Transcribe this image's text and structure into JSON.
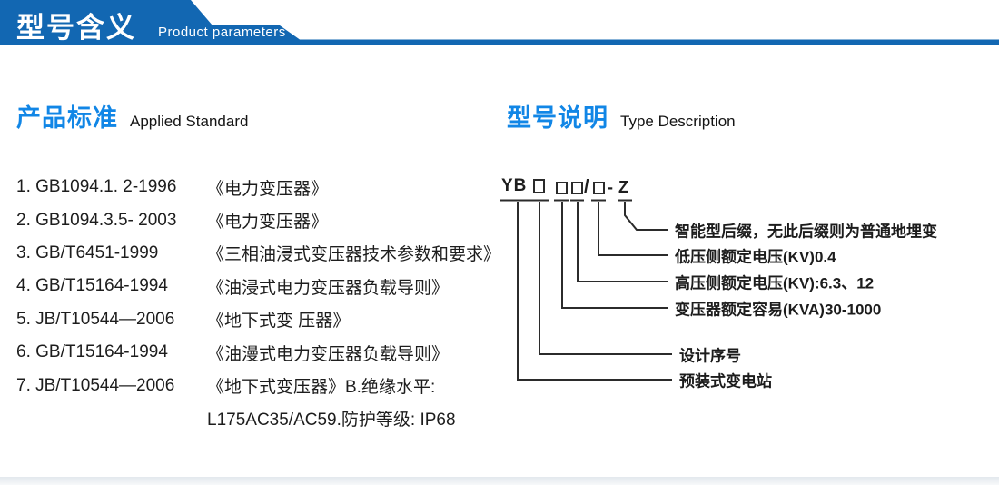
{
  "banner": {
    "title": "型号含义",
    "subtitle": "Product parameters"
  },
  "standards": {
    "heading_zh": "产品标准",
    "heading_en": "Applied Standard",
    "items": [
      {
        "code": "1. GB1094.1. 2-1996",
        "title": "《电力变压器》"
      },
      {
        "code": "2. GB1094.3.5- 2003",
        "title": "《电力变压器》"
      },
      {
        "code": "3. GB/T6451-1999",
        "title": "《三相油浸式变压器技术参数和要求》"
      },
      {
        "code": "4. GB/T15164-1994",
        "title": "《油浸式电力变压器负载导则》"
      },
      {
        "code": "5. JB/T10544—2006",
        "title": "《地下式变 压器》"
      },
      {
        "code": "6. GB/T15164-1994",
        "title": "《油漫式电力变压器负载导则》"
      },
      {
        "code": "7. JB/T10544—2006",
        "title": "《地下式变压器》B.绝缘水平:"
      }
    ],
    "continuation": "L175AC35/AC59.防护等级: IP68"
  },
  "type_desc": {
    "heading_zh": "型号说明",
    "heading_en": "Type Description",
    "code": {
      "prefix": "YB",
      "placeholder_glyph": "□",
      "slash": "/",
      "dash": "-",
      "smart_suffix": "Z"
    },
    "labels": [
      "智能型后缀，无此后缀则为普通地埋变",
      "低压侧额定电压(KV)0.4",
      "高压侧额定电压(KV):6.3、12",
      "变压器额定容易(KVA)30-1000",
      "设计序号",
      "预装式变电站"
    ]
  },
  "colors": {
    "banner_blue": "#1267b2",
    "heading_blue": "#1186e6",
    "line_color": "#2b2b2b"
  }
}
